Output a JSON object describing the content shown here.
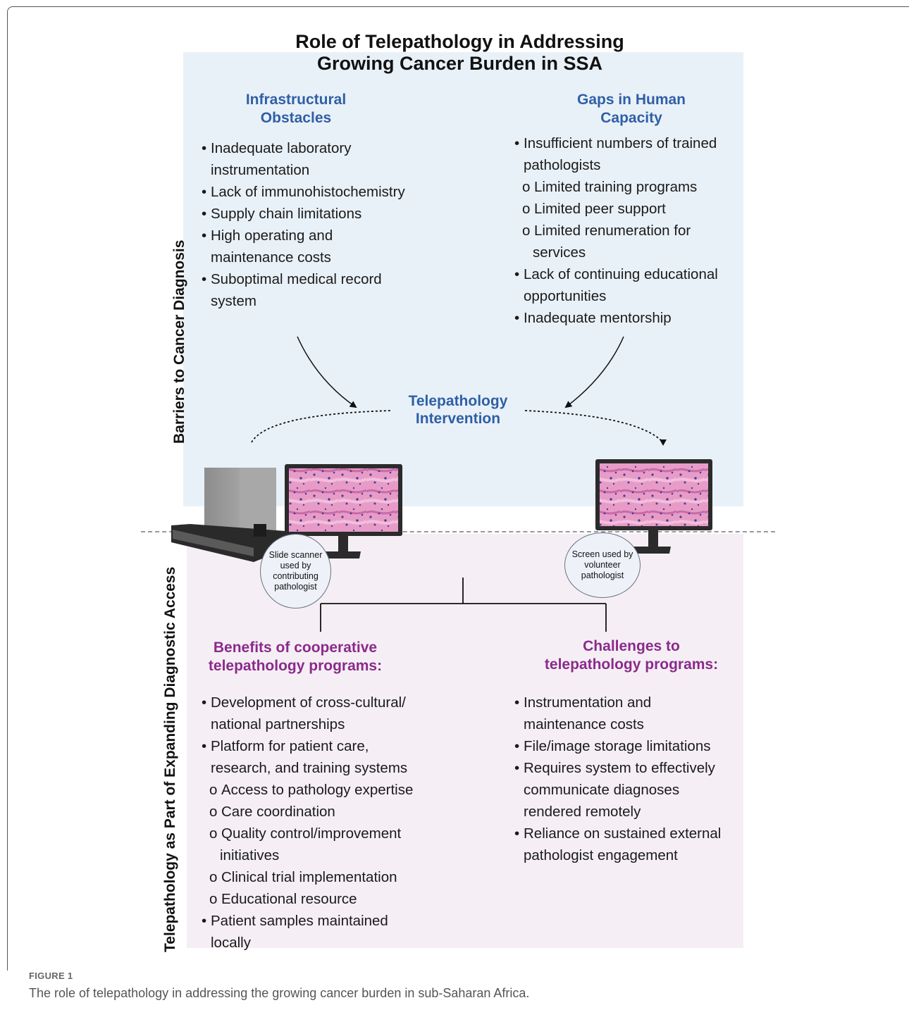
{
  "title_line1": "Role of Telepathology in Addressing",
  "title_line2": "Growing Cancer Burden in SSA",
  "side_label_top": "Barriers to Cancer Diagnosis",
  "side_label_bottom": "Telepathology as Part of Expanding Diagnostic Access",
  "infrastructural": {
    "heading_line1": "Infrastructural",
    "heading_line2": "Obstacles",
    "items": [
      "Inadequate laboratory instrumentation",
      "Lack of immunohistochemistry",
      "Supply chain limitations",
      "High operating and maintenance costs",
      "Suboptimal medical record system"
    ]
  },
  "human_capacity": {
    "heading_line1": "Gaps in Human",
    "heading_line2": "Capacity",
    "item1": "Insufficient numbers of trained pathologists",
    "subitems": [
      "Limited training programs",
      "Limited peer support",
      "Limited renumeration for",
      "services"
    ],
    "item2": "Lack of continuing educational opportunities",
    "item3": "Inadequate mentorship"
  },
  "intervention": {
    "line1": "Telepathology",
    "line2": "Intervention"
  },
  "scanner_bubble": "Slide scanner used by contributing pathologist",
  "screen_bubble": "Screen used by volunteer pathologist",
  "benefits": {
    "heading_line1": "Benefits of cooperative",
    "heading_line2": "telepathology programs:",
    "item1": "Development of cross-cultural/ national partnerships",
    "item2": "Platform for patient care, research, and training systems",
    "subitems": [
      "Access to pathology expertise",
      "Care coordination",
      "Quality control/improvement",
      "initiatives",
      "Clinical trial implementation",
      "Educational resource"
    ],
    "item3": "Patient samples maintained locally"
  },
  "challenges": {
    "heading_line1": "Challenges to",
    "heading_line2": "telepathology programs:",
    "items": [
      "Instrumentation and maintenance costs",
      "File/image storage limitations",
      "Requires system to effectively communicate diagnoses rendered remotely",
      "Reliance on sustained external pathologist engagement"
    ]
  },
  "figure_label": "FIGURE 1",
  "caption": "The role of telepathology in addressing the growing cancer burden in sub-Saharan Africa.",
  "colors": {
    "heading_blue": "#2f5fa6",
    "heading_purple": "#8b2a8b",
    "top_panel": "#e9f1f8",
    "bottom_panel": "#f5eff5"
  }
}
